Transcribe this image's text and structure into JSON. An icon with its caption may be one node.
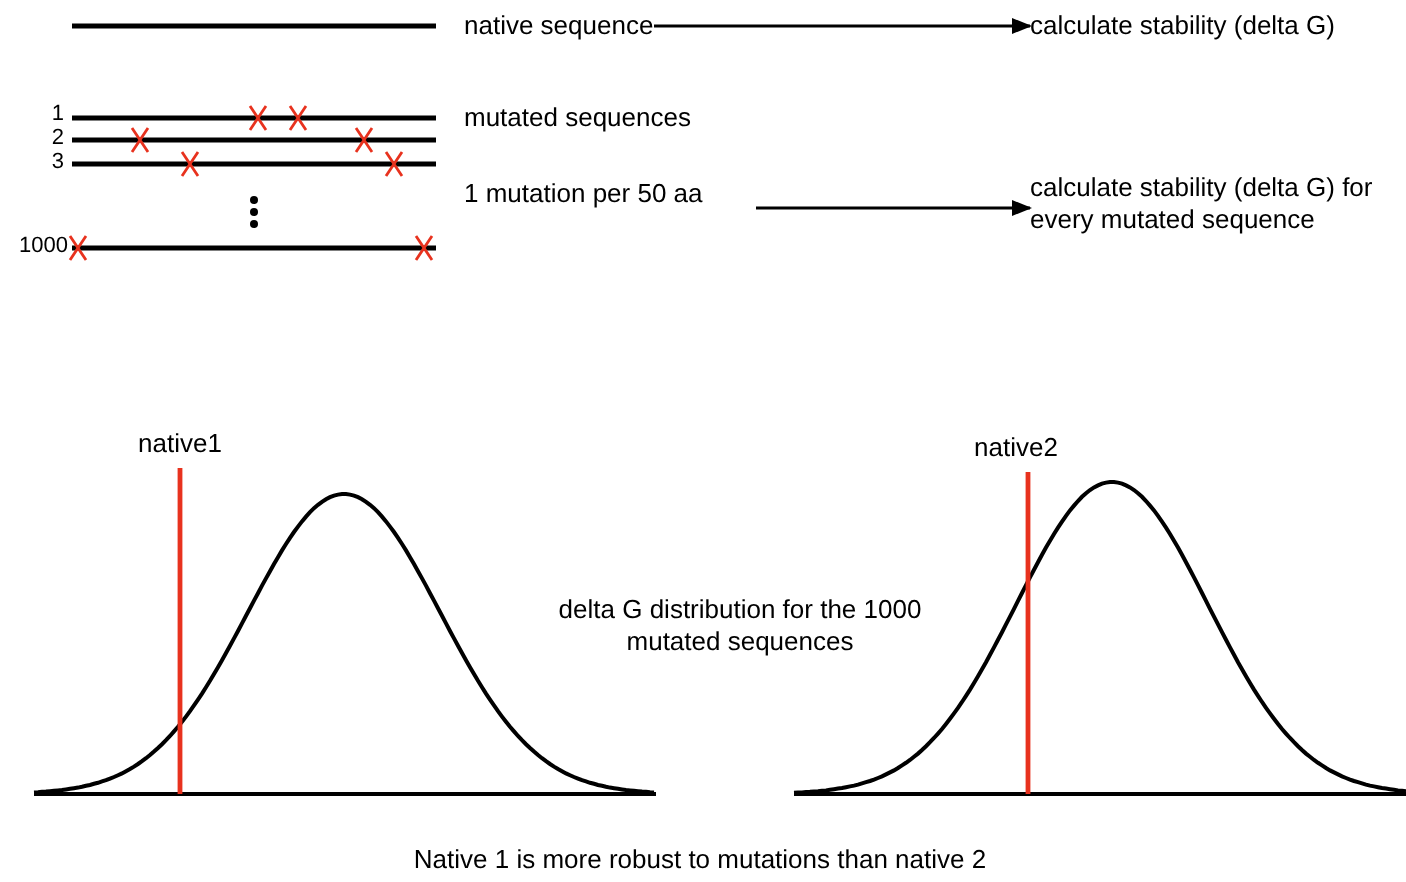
{
  "diagram": {
    "nodes": [
      {
        "text": [
          "native sequence"
        ]
      },
      {
        "text": [
          "calculate stability (delta G)"
        ]
      },
      {
        "text": [
          "mutated sequences",
          "1 mutation per 50 aa"
        ]
      },
      {
        "text": [
          "calculate stability (delta G) for every mutated sequence"
        ]
      }
    ],
    "edges": [
      {
        "from": 0,
        "to": 1,
        "arrow": "to"
      },
      {
        "from": 2,
        "to": 3,
        "arrow": "to"
      }
    ],
    "labels": [
      "1",
      "2",
      "3",
      "1000",
      "native1",
      "native2",
      "delta G distribution for the 1000 mutated sequences"
    ],
    "caption": "Native 1 is more robust to mutations than native 2"
  }
}
